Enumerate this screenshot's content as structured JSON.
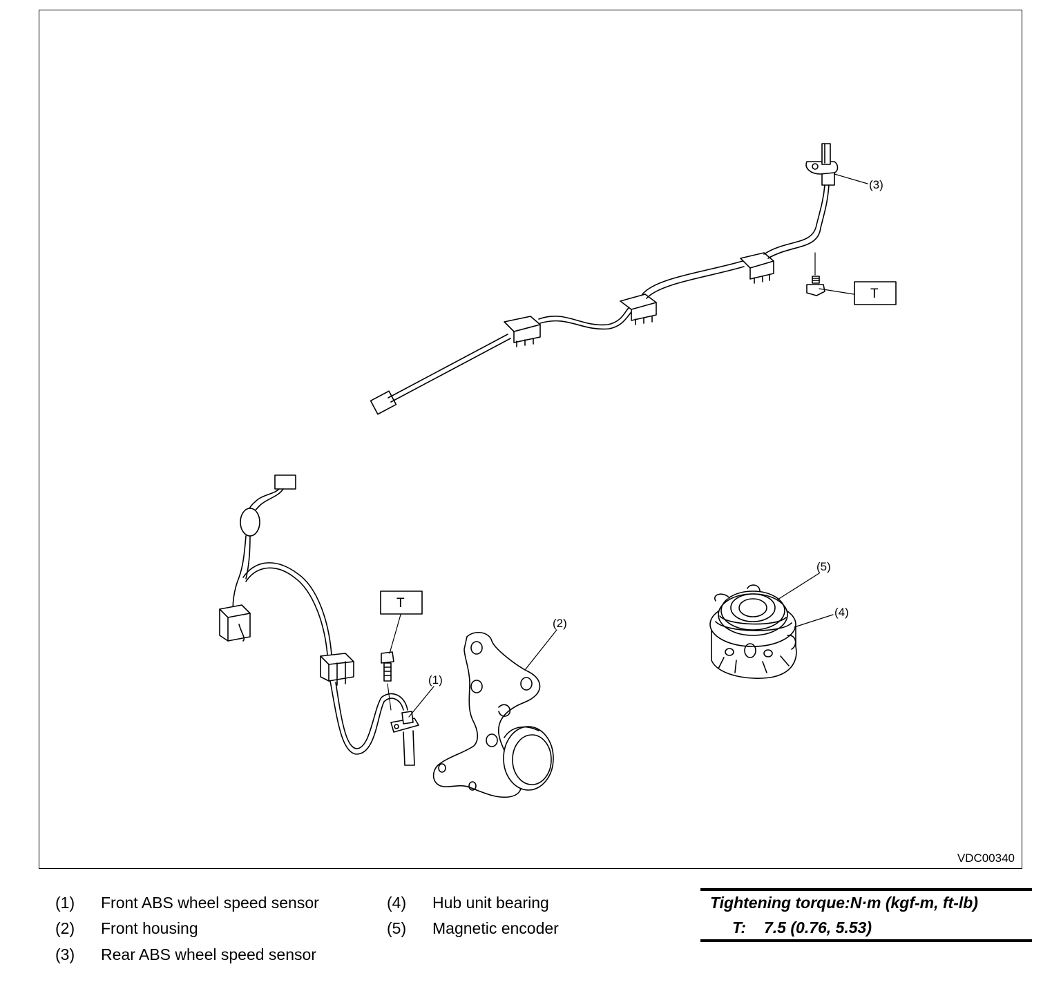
{
  "figure": {
    "id": "VDC00340",
    "callouts": {
      "c1": "(1)",
      "c2": "(2)",
      "c3": "(3)",
      "c4": "(4)",
      "c5": "(5)"
    },
    "torque_marks": {
      "front": "T",
      "rear": "T"
    }
  },
  "legend": {
    "items": [
      {
        "num": "(1)",
        "text": "Front ABS wheel speed sensor"
      },
      {
        "num": "(2)",
        "text": "Front housing"
      },
      {
        "num": "(3)",
        "text": "Rear ABS wheel speed sensor"
      },
      {
        "num": "(4)",
        "text": "Hub unit bearing"
      },
      {
        "num": "(5)",
        "text": "Magnetic encoder"
      }
    ]
  },
  "torque": {
    "title": "Tightening torque:N·m (kgf-m, ft-lb)",
    "symbol": "T:",
    "value": "7.5 (0.76, 5.53)"
  }
}
